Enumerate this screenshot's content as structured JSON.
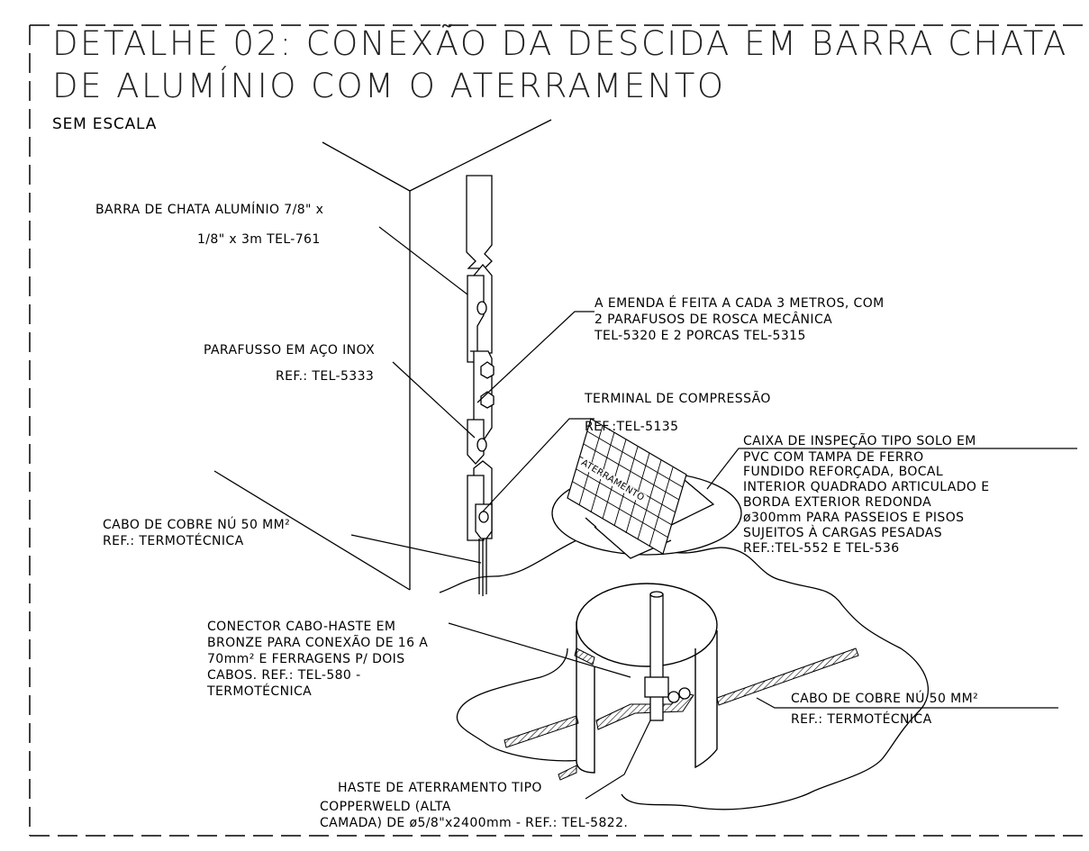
{
  "title": {
    "line1": "DETALHE 02: CONEXÃO DA DESCIDA EM BARRA CHATA",
    "line2": "DE ALUMÍNIO COM O ATERRAMENTO",
    "scale": "SEM ESCALA"
  },
  "labels": {
    "bar": {
      "line1": "BARRA DE CHATA ALUMÍNIO 7/8\" x",
      "line2": "1/8\" x 3m TEL-761"
    },
    "splice": {
      "line1": "A EMENDA É FEITA A CADA 3 METROS, COM",
      "line2": "2 PARAFUSOS DE ROSCA MECÂNICA",
      "line3": "TEL-5320 E 2 PORCAS TEL-5315"
    },
    "bolt": {
      "line1": "PARAFUSSO EM AÇO INOX",
      "line2": "REF.: TEL-5333"
    },
    "terminal": {
      "line1": "TERMINAL DE COMPRESSÃO",
      "line2": "REF.:TEL-5135"
    },
    "box": {
      "line1": "CAIXA DE INSPEÇÃO TIPO SOLO EM",
      "line2": "PVC COM TAMPA DE FERRO",
      "line3": "FUNDIDO REFORÇADA, BOCAL",
      "line4": "INTERIOR QUADRADO ARTICULADO E",
      "line5": "BORDA EXTERIOR REDONDA",
      "line6": "ø300mm PARA PASSEIOS E PISOS",
      "line7": "SUJEITOS À CARGAS PESADAS",
      "line8": "REF.:TEL-552 E TEL-536"
    },
    "cable_left": {
      "line1": "CABO DE COBRE NÚ 50 MM²",
      "line2": "REF.: TERMOTÉCNICA"
    },
    "connector": {
      "line1": "CONECTOR CABO-HASTE EM",
      "line2": "BRONZE PARA CONEXÃO DE 16 A",
      "line3": "70mm² E FERRAGENS P/ DOIS",
      "line4": "CABOS.  REF.: TEL-580 -",
      "line5": "TERMOTÉCNICA"
    },
    "cable_right": {
      "line1": "CABO DE COBRE NÚ 50 MM²",
      "line2": "REF.: TERMOTÉCNICA"
    },
    "rod": {
      "line1": "HASTE DE ATERRAMENTO TIPO",
      "line2": "COPPERWELD (ALTA",
      "line3": "CAMADA) DE ø5/8\"x2400mm - REF.: TEL-5822."
    },
    "cover_text": "ATERRAMENTO"
  }
}
